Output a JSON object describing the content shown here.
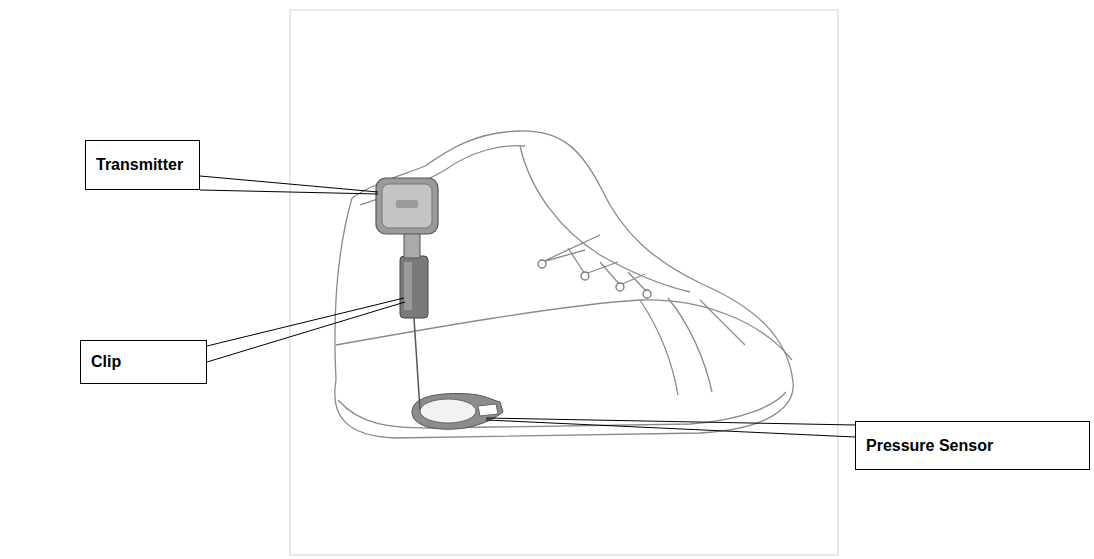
{
  "diagram": {
    "nodes": [
      {
        "text": [
          "Transmitter"
        ]
      },
      {
        "text": [
          "Clip"
        ]
      },
      {
        "text": [
          "Pressure Sensor"
        ]
      }
    ]
  }
}
